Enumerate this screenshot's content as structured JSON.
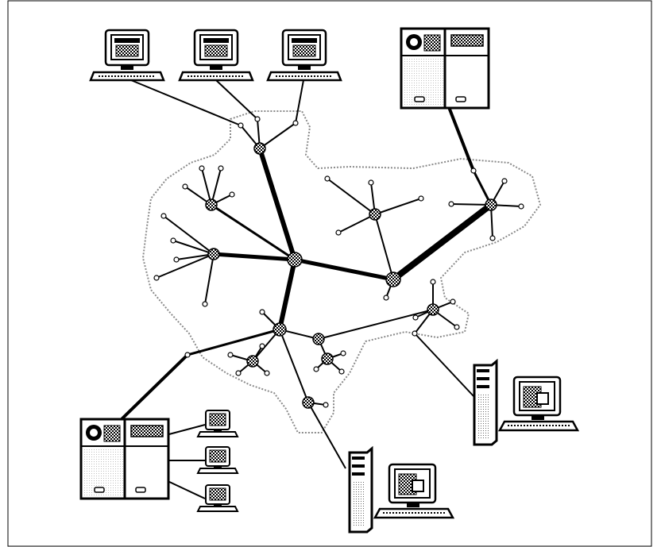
{
  "diagram": {
    "type": "network-topology",
    "colors": {
      "line": "#000000",
      "cloud_border": "#9a9a9a",
      "node_fill": "#b0b0b0",
      "background": "#ffffff",
      "device_fill": "#f2f2f2",
      "screen_fill": "#1a1a1a"
    },
    "devices": [
      {
        "name": "workstation-top-1",
        "icon": "desktop-computer-icon"
      },
      {
        "name": "workstation-top-2",
        "icon": "desktop-computer-icon"
      },
      {
        "name": "workstation-top-3",
        "icon": "desktop-computer-icon"
      },
      {
        "name": "server-top-right",
        "icon": "mainframe-server-icon"
      },
      {
        "name": "server-bottom-left",
        "icon": "mainframe-server-icon"
      },
      {
        "name": "terminal-1",
        "icon": "small-terminal-icon"
      },
      {
        "name": "terminal-2",
        "icon": "small-terminal-icon"
      },
      {
        "name": "terminal-3",
        "icon": "small-terminal-icon"
      },
      {
        "name": "pc-bottom-center",
        "icon": "tower-pc-icon"
      },
      {
        "name": "pc-bottom-right",
        "icon": "tower-pc-icon"
      }
    ],
    "network_cloud": {
      "name": "network-cloud",
      "border_style": "dotted"
    }
  }
}
